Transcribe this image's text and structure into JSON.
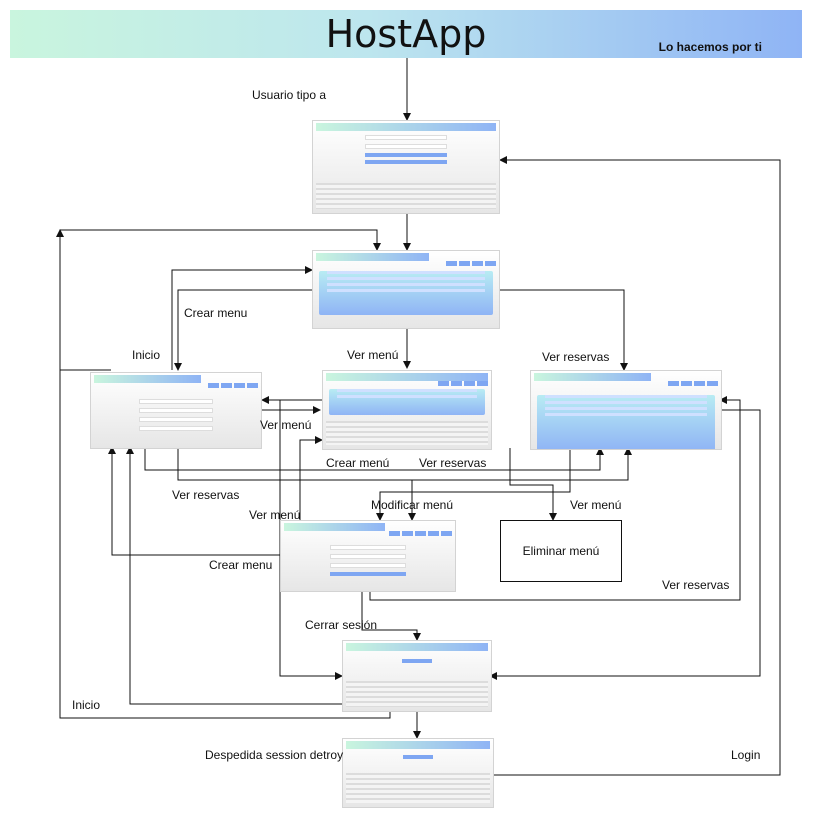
{
  "banner": {
    "title": "HostApp",
    "slogan": "Lo hacemos por ti"
  },
  "labels": {
    "usuario_tipo_a": "Usuario tipo a",
    "crear_menu_1": "Crear menu",
    "inicio_1": "Inicio",
    "ver_menu_1": "Ver menú",
    "ver_reservas_1": "Ver reservas",
    "ver_menu_2": "Ver menú",
    "crear_menu_2": "Crear menú",
    "ver_reservas_2": "Ver reservas",
    "ver_reservas_3": "Ver reservas",
    "modificar_menu": "Modificar menú",
    "ver_menu_3": "Ver menú",
    "ver_menu_4": "Ver menú",
    "crear_menu_3": "Crear menu",
    "ver_reservas_4": "Ver reservas",
    "cerrar_sesion": "Cerrar sesión",
    "inicio_2": "Inicio",
    "despedida": "Despedida session detroy",
    "login": "Login"
  },
  "nodes": {
    "eliminar_menu": "Eliminar menú"
  }
}
